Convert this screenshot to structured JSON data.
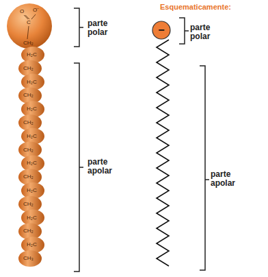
{
  "diagram": {
    "nodes": [
      {
        "text": [
          "O",
          "O⁻",
          "C",
          "CH₂"
        ]
      },
      {
        "text": [
          "H₂C",
          "CH₂",
          "H₂C",
          "CH₂",
          "H₂C",
          "CH₂",
          "H₂C",
          "CH₂",
          "H₂C",
          "CH₂",
          "H₂C",
          "CH₂",
          "H₂C",
          "CH₂",
          "H₂C",
          "CH₃"
        ]
      },
      {
        "text": [
          "−"
        ]
      }
    ],
    "labels": [
      "Esquematicamente:",
      "parte polar",
      "parte apolar",
      "parte polar",
      "parte apolar"
    ]
  }
}
